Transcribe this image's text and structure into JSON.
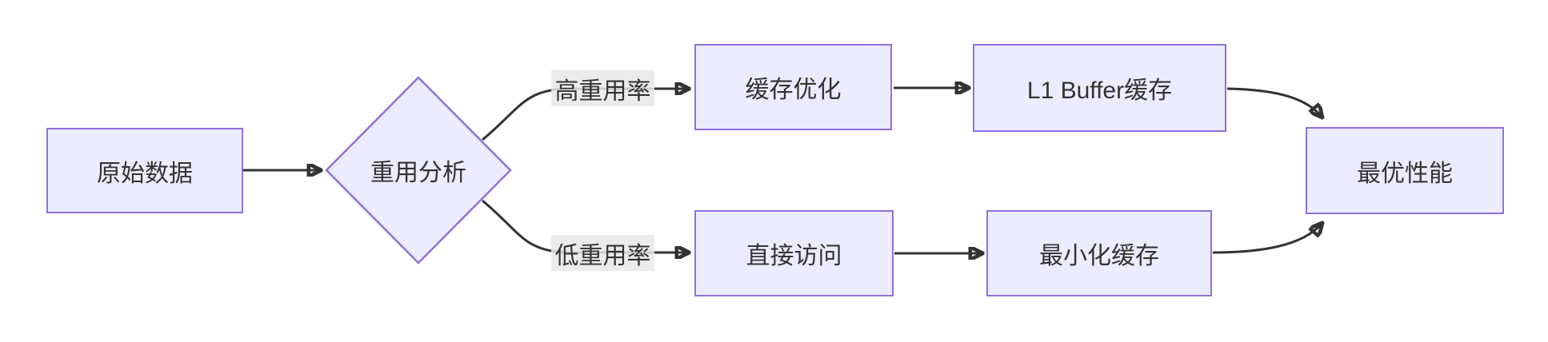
{
  "diagram": {
    "type": "flowchart",
    "direction": "left-to-right",
    "colors": {
      "node_fill": "#ECECFF",
      "node_border": "#9370DB",
      "node_text": "#333333",
      "edge_stroke": "#333333",
      "edge_label_bg": "#e8e8e8",
      "background": "#ffffff"
    },
    "nodes": [
      {
        "id": "A",
        "label": "原始数据",
        "shape": "rect"
      },
      {
        "id": "B",
        "label": "重用分析",
        "shape": "diamond"
      },
      {
        "id": "C",
        "label": "缓存优化",
        "shape": "rect"
      },
      {
        "id": "D",
        "label": "L1 Buffer缓存",
        "shape": "rect"
      },
      {
        "id": "E",
        "label": "直接访问",
        "shape": "rect"
      },
      {
        "id": "F",
        "label": "最小化缓存",
        "shape": "rect"
      },
      {
        "id": "G",
        "label": "最优性能",
        "shape": "rect"
      }
    ],
    "edges": [
      {
        "from": "原始数据",
        "to": "重用分析",
        "label": ""
      },
      {
        "from": "重用分析",
        "to": "缓存优化",
        "label": "高重用率"
      },
      {
        "from": "缓存优化",
        "to": "L1 Buffer缓存",
        "label": ""
      },
      {
        "from": "L1 Buffer缓存",
        "to": "最优性能",
        "label": ""
      },
      {
        "from": "重用分析",
        "to": "直接访问",
        "label": "低重用率"
      },
      {
        "from": "直接访问",
        "to": "最小化缓存",
        "label": ""
      },
      {
        "from": "最小化缓存",
        "to": "最优性能",
        "label": ""
      }
    ]
  }
}
